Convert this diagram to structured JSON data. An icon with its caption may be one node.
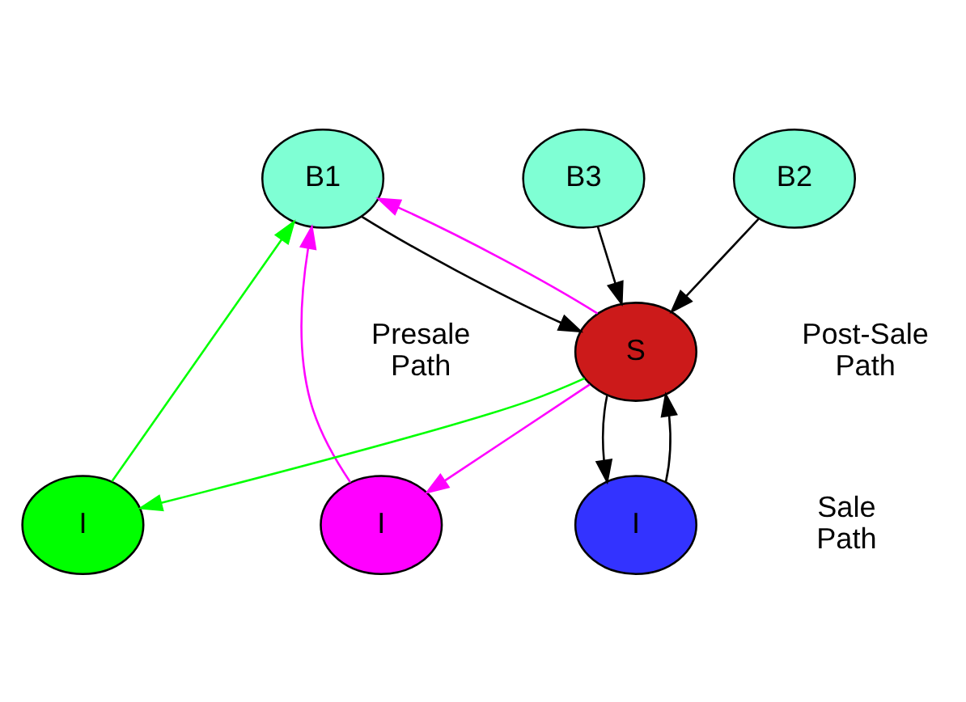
{
  "diagram": {
    "nodes": [
      {
        "text": [
          "B1"
        ]
      },
      {
        "text": [
          "B2"
        ]
      },
      {
        "text": [
          "B3"
        ]
      },
      {
        "text": [
          "I"
        ]
      },
      {
        "text": [
          "S"
        ]
      },
      {
        "text": [
          "I"
        ]
      },
      {
        "text": [
          "I"
        ]
      }
    ],
    "edges": [
      {
        "from": 0,
        "to": 4,
        "arrow": "to"
      },
      {
        "from": 1,
        "to": 4,
        "arrow": "to"
      },
      {
        "from": 2,
        "to": 4,
        "arrow": "to"
      },
      {
        "from": 4,
        "to": 3,
        "arrow": "to",
        "color": "#ff00ff"
      },
      {
        "from": 3,
        "to": 0,
        "arrow": "to",
        "color": "#ff00ff"
      },
      {
        "from": 4,
        "to": 0,
        "arrow": "to",
        "color": "#ff00ff"
      },
      {
        "from": 4,
        "to": 5,
        "arrow": "to",
        "color": "#00ff00"
      },
      {
        "from": 5,
        "to": 0,
        "arrow": "to",
        "color": "#00ff00"
      },
      {
        "from": 4,
        "to": 6,
        "arrow": "to"
      },
      {
        "from": 6,
        "to": 4,
        "arrow": "to"
      }
    ],
    "labels": [
      "Presale Path",
      "Sale Path",
      "Post-Sale Path"
    ]
  }
}
